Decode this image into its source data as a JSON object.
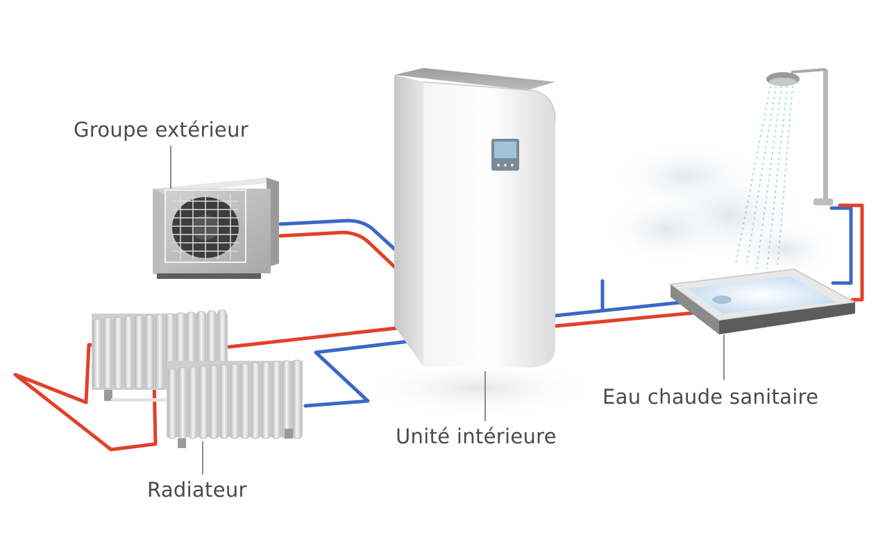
{
  "labels": {
    "outdoor_unit": "Groupe extérieur",
    "indoor_unit": "Unité intérieure",
    "hot_water": "Eau chaude sanitaire",
    "radiator": "Radiateur"
  },
  "colors": {
    "hot_pipe": "#e2402a",
    "cold_pipe": "#3a68c8",
    "label_text": "#4a4a4a",
    "leader_line": "#8a8a8a"
  },
  "icons": {
    "outdoor_unit": "heat-pump-outdoor-unit-icon",
    "indoor_unit": "indoor-unit-icon",
    "radiator": "radiator-icon",
    "shower": "shower-icon",
    "shower_tray": "shower-tray-icon"
  }
}
